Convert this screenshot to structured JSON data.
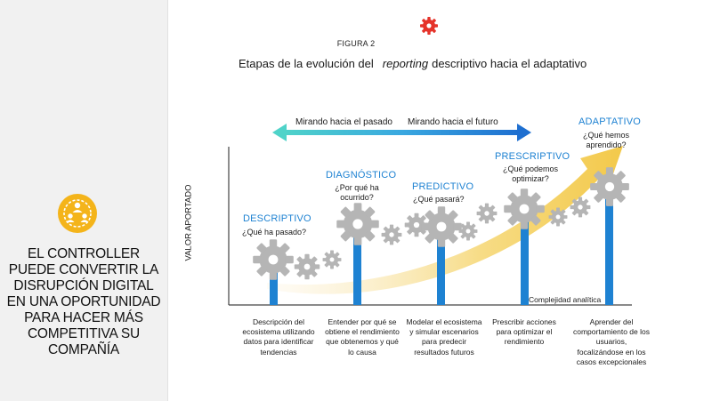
{
  "sidebar": {
    "statement": "EL CONTROLLER PUEDE CONVERTIR LA DISRUPCIÓN DIGITAL EN UNA OPORTUNIDAD PARA HACER MÁS COMPETITIVA SU COMPAÑÍA"
  },
  "figure": {
    "label": "FIGURA 2",
    "title_before": "Etapas de la evolución del",
    "title_em": "reporting",
    "title_after": "descriptivo hacia el adaptativo"
  },
  "arrows": {
    "past": "Mirando hacia el pasado",
    "future": "Mirando hacia el futuro"
  },
  "axes": {
    "y": "VALOR APORTADO",
    "x": "Complejidad analítica"
  },
  "stages": [
    {
      "name": "DESCRIPTIVO",
      "question": "¿Qué ha pasado?",
      "description": "Descripción del ecosistema utilizando datos para identificar tendencias"
    },
    {
      "name": "DIAGNÓSTICO",
      "question": "¿Por qué ha ocurrido?",
      "description": "Entender por qué se obtiene el rendimiento que obtenemos y qué lo causa"
    },
    {
      "name": "PREDICTIVO",
      "question": "¿Qué pasará?",
      "description": "Modelar el ecosistema y simular escenarios para predecir resultados futuros"
    },
    {
      "name": "PRESCRIPTIVO",
      "question": "¿Qué podemos optimizar?",
      "description": "Prescribir acciones para optimizar el rendimiento"
    },
    {
      "name": "ADAPTATIVO",
      "question": "¿Qué hemos aprendido?",
      "description": "Aprender del comportamiento de los usuarios, focalizándose en los casos excepcionales"
    }
  ],
  "colors": {
    "accent_blue": "#1e82d2",
    "teal": "#4fd3c9",
    "gear_gray": "#b5b5b5",
    "swoosh_yellow": "#f7d35c",
    "badge_yellow": "#f4b41a",
    "red_icon": "#e5332a"
  },
  "icons": {
    "figure": "red-gear-icon",
    "badge": "people-network-icon"
  }
}
